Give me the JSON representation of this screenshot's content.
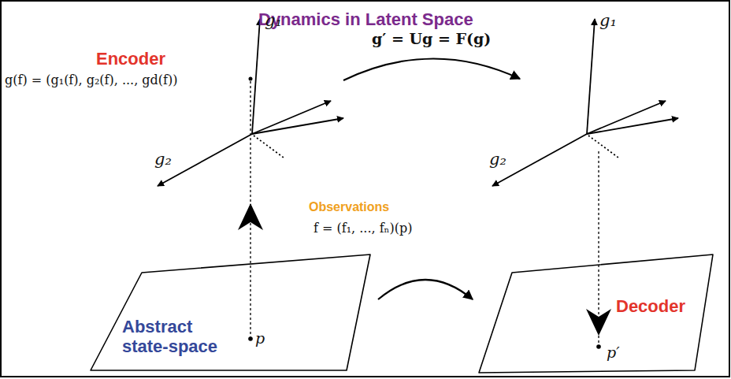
{
  "diagram": {
    "title": "Dynamics in Latent Space",
    "nodes": [
      {
        "text": [
          "p",
          "Abstract state-space"
        ]
      },
      {
        "text": [
          "p′"
        ]
      }
    ],
    "edges": [
      {
        "from": 0,
        "to": 1,
        "arrow": "to"
      }
    ],
    "labels": [
      "Encoder",
      "g(f) = (g₁(f), g₂(f), ..., gd(f))",
      "g₁",
      "g₂",
      "g′ = Ug = F(g)",
      "g₁",
      "g₂",
      "Observations",
      "f = (f₁, ..., fₙ)(p)",
      "Decoder"
    ]
  }
}
